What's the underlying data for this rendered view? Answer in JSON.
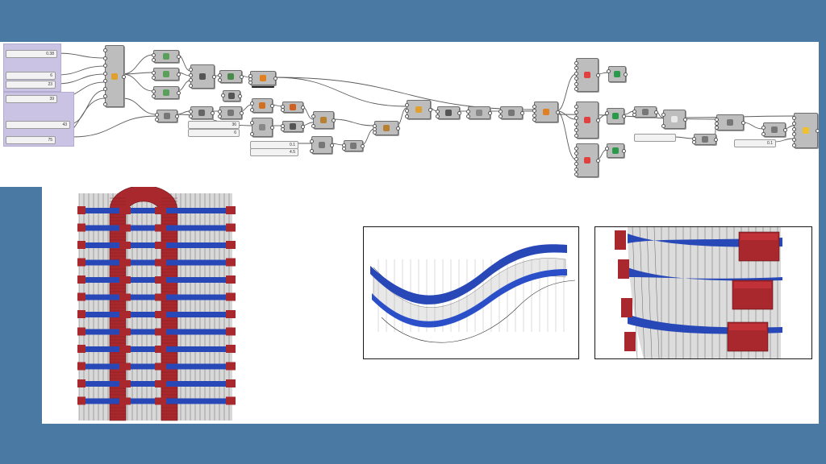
{
  "colors": {
    "background": "#4a7aa3",
    "canvas": "#ffffff",
    "component_fill": "#bdbdbd",
    "group_fill": "#cbc3e3",
    "panel_blue": "#2848b8",
    "panel_red": "#a8282e",
    "tower_gray": "#d8d8d8"
  },
  "canvas": {
    "sliders": [
      {
        "name": "",
        "value": "0.38"
      },
      {
        "name": "",
        "value": "6"
      },
      {
        "name": "",
        "value": "23"
      },
      {
        "name": "",
        "value": "39"
      },
      {
        "name": "",
        "value": "43"
      },
      {
        "name": "",
        "value": "75"
      },
      {
        "name": "",
        "value": "36"
      },
      {
        "name": "",
        "value": "6"
      },
      {
        "name": "",
        "value": "0.1"
      },
      {
        "name": "",
        "value": "4.5"
      },
      {
        "name": "",
        "value": "0.1"
      }
    ],
    "tag_label": ""
  },
  "views": {
    "tower": {
      "icon": "tower-render-icon"
    },
    "wave": {
      "icon": "wave-facade-render-icon"
    },
    "detail": {
      "icon": "facade-detail-render-icon"
    }
  }
}
